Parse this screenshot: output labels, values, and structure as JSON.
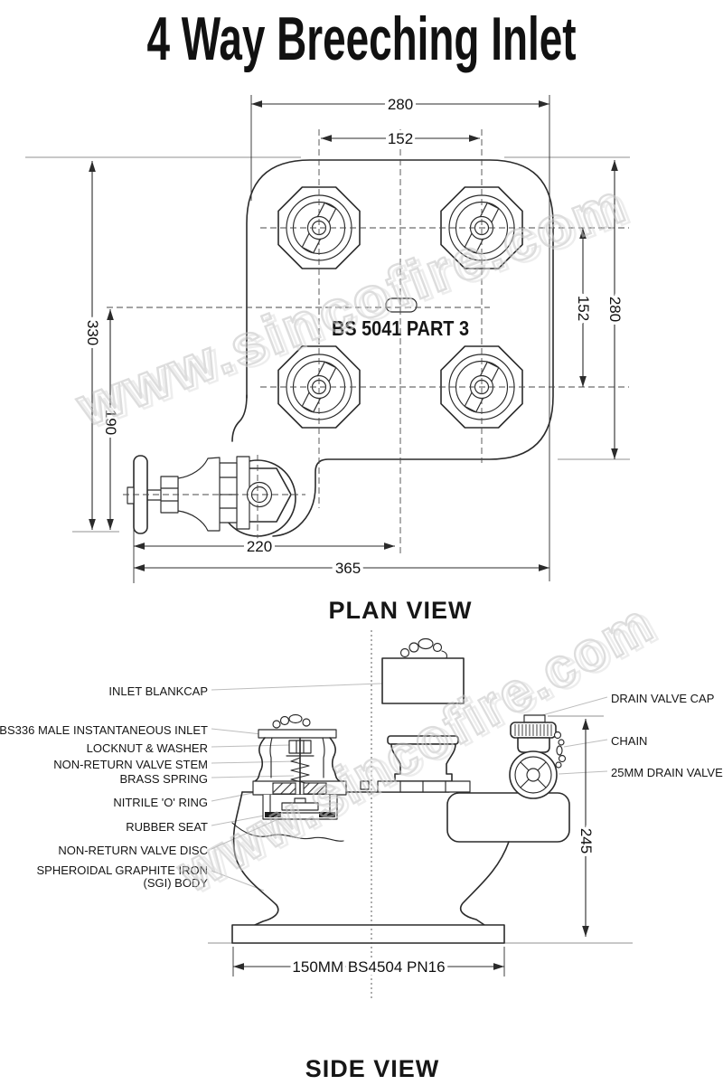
{
  "title": "4 Way Breeching Inlet",
  "watermark": "www.sincofire.com",
  "plan_view": {
    "caption": "PLAN VIEW",
    "standard_label": "BS 5041 PART 3",
    "dim_top_overall": "280",
    "dim_top_inlet_centers": "152",
    "dim_left_overall": "330",
    "dim_left_valve": "190",
    "dim_right_overall": "280",
    "dim_right_inlet_centers": "152",
    "dim_bottom_valve": "220",
    "dim_bottom_overall": "365"
  },
  "side_view": {
    "caption": "SIDE VIEW",
    "dim_height": "245",
    "dim_flange": "150MM BS4504 PN16",
    "labels_left": [
      "INLET BLANKCAP",
      "BS336 MALE INSTANTANEOUS INLET",
      "LOCKNUT & WASHER",
      "NON-RETURN VALVE STEM",
      "BRASS SPRING",
      "NITRILE 'O' RING",
      "RUBBER SEAT",
      "NON-RETURN VALVE DISC",
      "SPHEROIDAL GRAPHITE IRON",
      "(SGI) BODY"
    ],
    "labels_right": [
      "DRAIN VALVE CAP",
      "CHAIN",
      "25MM DRAIN VALVE"
    ]
  },
  "colors": {
    "line": "#2b2b2b",
    "label": "#151515",
    "leader": "#bdbdbd",
    "reference_line": "#a6a6a6",
    "watermark": "#c3c3c3",
    "background": "#ffffff"
  }
}
